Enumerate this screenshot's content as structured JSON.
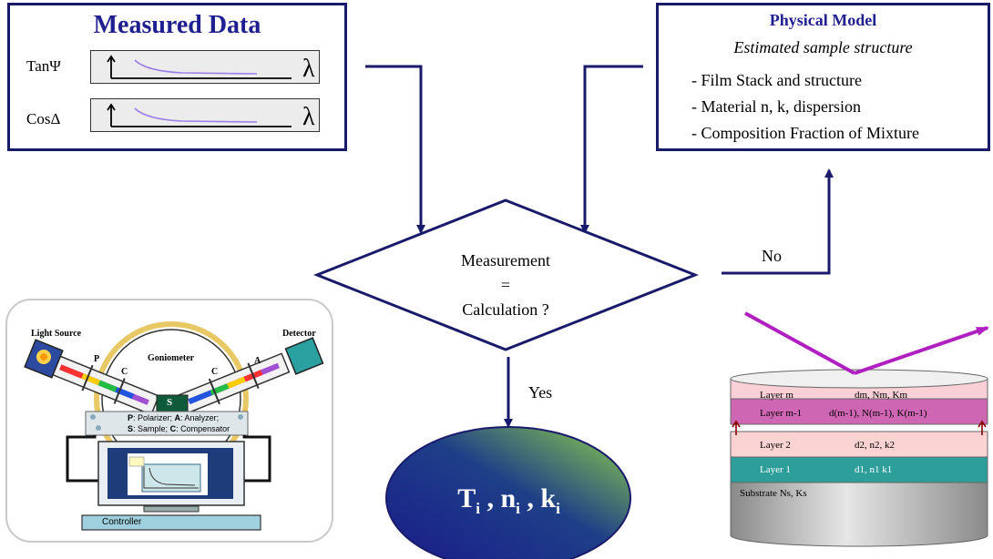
{
  "measured": {
    "title": "Measured Data",
    "rows": [
      {
        "label": "TanΨ",
        "axis": "λ"
      },
      {
        "label": "CosΔ",
        "axis": "λ"
      }
    ]
  },
  "model": {
    "title": "Physical Model",
    "subtitle": "Estimated sample structure",
    "items": [
      "- Film Stack and structure",
      "- Material n, k, dispersion",
      "- Composition Fraction of Mixture"
    ]
  },
  "decision": {
    "line1": "Measurement",
    "line2": "=",
    "line3": "Calculation ?",
    "no": "No",
    "yes": "Yes"
  },
  "result": {
    "T": "T",
    "n": "n",
    "k": "k",
    "sub": "i",
    "sep": ","
  },
  "apparatus": {
    "light_source": "Light Source",
    "detector": "Detector",
    "goniometer": "Goniometer",
    "p": "P",
    "c1": "C",
    "c2": "C",
    "a": "A",
    "s": "S",
    "legend1_key1": "P",
    "legend1_val1": ": Polarizer;",
    "legend1_key2": "A",
    "legend1_val2": ": Analyzer;",
    "legend2_key1": "S",
    "legend2_val1": ": Sample;",
    "legend2_key2": "C",
    "legend2_val2": ": Compensator",
    "controller": "Controller"
  },
  "layers": {
    "rows": [
      {
        "name": "Layer m",
        "params": "dm, Nm, Km",
        "color": "#f9d0d6"
      },
      {
        "name": "Layer m-1",
        "params": "d(m-1), N(m-1), K(m-1)",
        "color": "#cf66b4"
      },
      {
        "name": "Layer 2",
        "params": "d2, n2, k2",
        "color": "#fbd3d3"
      },
      {
        "name": "Layer 1",
        "params": "d1, n1 k1",
        "color": "#2e9e9a"
      }
    ],
    "substrate": "Substrate Ns, Ks"
  },
  "colors": {
    "frame": "#1a1a6b",
    "title": "#1f1f8f",
    "beam": "#cc33cc"
  }
}
